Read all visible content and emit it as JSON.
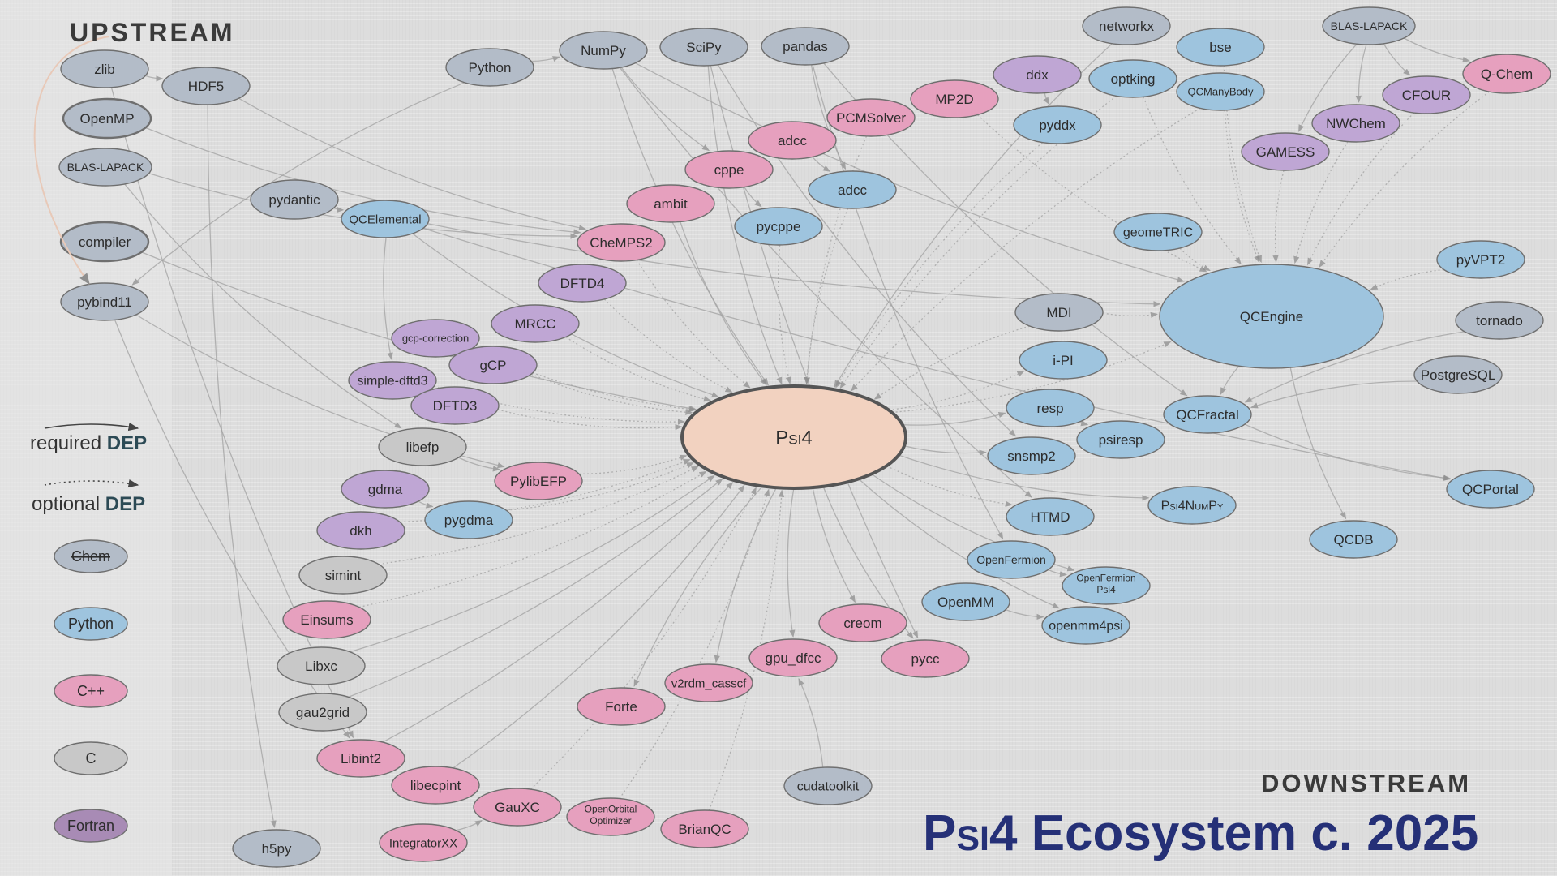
{
  "titles": {
    "upstream": "UPSTREAM",
    "downstream": "DOWNSTREAM",
    "main_a": "Psi4",
    "main_b": " Ecosystem c. 2025"
  },
  "legend": {
    "required_text": "required",
    "optional_text": "optional",
    "dep_text": "DEP",
    "languages": [
      "Chem",
      "Python",
      "C++",
      "C",
      "Fortran"
    ]
  },
  "colors": {
    "chem": "#b3bcc8",
    "python": "#9ec4de",
    "cpp": "#e6a0be",
    "c": "#c8c8c8",
    "fortran": "#bfa6d4",
    "legend_fortran": "#a88bb5",
    "psi4": "#f2d2c0",
    "edge": "#a2a2a2",
    "title": "#253077"
  },
  "nodes": [
    {
      "id": "zlib",
      "label": "zlib",
      "lang": "chem"
    },
    {
      "id": "hdf5",
      "label": "HDF5",
      "lang": "chem"
    },
    {
      "id": "openmp",
      "label": "OpenMP",
      "lang": "chem",
      "bold": true
    },
    {
      "id": "blas1",
      "label": "BLAS-LAPACK",
      "lang": "chem"
    },
    {
      "id": "compiler",
      "label": "compiler",
      "lang": "chem",
      "bold": true
    },
    {
      "id": "pybind11",
      "label": "pybind11",
      "lang": "chem"
    },
    {
      "id": "pydantic",
      "label": "pydantic",
      "lang": "chem"
    },
    {
      "id": "python",
      "label": "Python",
      "lang": "chem"
    },
    {
      "id": "numpy",
      "label": "NumPy",
      "lang": "chem"
    },
    {
      "id": "scipy",
      "label": "SciPy",
      "lang": "chem"
    },
    {
      "id": "pandas",
      "label": "pandas",
      "lang": "chem"
    },
    {
      "id": "networkx",
      "label": "networkx",
      "lang": "chem"
    },
    {
      "id": "bse",
      "label": "bse",
      "lang": "python"
    },
    {
      "id": "blas2",
      "label": "BLAS-LAPACK",
      "lang": "chem"
    },
    {
      "id": "qchem",
      "label": "Q-Chem",
      "lang": "cpp"
    },
    {
      "id": "cfour",
      "label": "CFOUR",
      "lang": "fortran"
    },
    {
      "id": "nwchem",
      "label": "NWChem",
      "lang": "fortran"
    },
    {
      "id": "gamess",
      "label": "GAMESS",
      "lang": "fortran"
    },
    {
      "id": "ddx",
      "label": "ddx",
      "lang": "fortran"
    },
    {
      "id": "optking",
      "label": "optking",
      "lang": "python"
    },
    {
      "id": "qcmanybody",
      "label": "QCManyBody",
      "lang": "python"
    },
    {
      "id": "mp2d",
      "label": "MP2D",
      "lang": "cpp"
    },
    {
      "id": "pcmsolver",
      "label": "PCMSolver",
      "lang": "cpp"
    },
    {
      "id": "pyddx",
      "label": "pyddx",
      "lang": "python"
    },
    {
      "id": "adcc_cpp",
      "label": "adcc",
      "lang": "cpp"
    },
    {
      "id": "adcc_py",
      "label": "adcc",
      "lang": "python"
    },
    {
      "id": "cppe",
      "label": "cppe",
      "lang": "cpp"
    },
    {
      "id": "ambit",
      "label": "ambit",
      "lang": "cpp"
    },
    {
      "id": "pycppe",
      "label": "pycppe",
      "lang": "python"
    },
    {
      "id": "qcelemental",
      "label": "QCElemental",
      "lang": "python"
    },
    {
      "id": "chemps2",
      "label": "CheMPS2",
      "lang": "cpp"
    },
    {
      "id": "dftd4",
      "label": "DFTD4",
      "lang": "fortran"
    },
    {
      "id": "mrcc",
      "label": "MRCC",
      "lang": "fortran"
    },
    {
      "id": "gcpcorr",
      "label": "gcp-correction",
      "lang": "fortran"
    },
    {
      "id": "gcp",
      "label": "gCP",
      "lang": "fortran"
    },
    {
      "id": "sdftd3",
      "label": "simple-dftd3",
      "lang": "fortran"
    },
    {
      "id": "dftd3",
      "label": "DFTD3",
      "lang": "fortran"
    },
    {
      "id": "libefp",
      "label": "libefp",
      "lang": "c"
    },
    {
      "id": "pylibefp",
      "label": "PylibEFP",
      "lang": "cpp"
    },
    {
      "id": "gdma",
      "label": "gdma",
      "lang": "fortran"
    },
    {
      "id": "pygdma",
      "label": "pygdma",
      "lang": "python"
    },
    {
      "id": "dkh",
      "label": "dkh",
      "lang": "fortran"
    },
    {
      "id": "simint",
      "label": "simint",
      "lang": "c"
    },
    {
      "id": "einsums",
      "label": "Einsums",
      "lang": "cpp"
    },
    {
      "id": "libxc",
      "label": "Libxc",
      "lang": "c"
    },
    {
      "id": "gau2grid",
      "label": "gau2grid",
      "lang": "c"
    },
    {
      "id": "libint2",
      "label": "Libint2",
      "lang": "cpp"
    },
    {
      "id": "libecpint",
      "label": "libecpint",
      "lang": "cpp"
    },
    {
      "id": "gauxc",
      "label": "GauXC",
      "lang": "cpp"
    },
    {
      "id": "ooo",
      "label": "OpenOrbital",
      "label2": "Optimizer",
      "lang": "cpp"
    },
    {
      "id": "integratorxx",
      "label": "IntegratorXX",
      "lang": "cpp"
    },
    {
      "id": "h5py",
      "label": "h5py",
      "lang": "chem"
    },
    {
      "id": "brianqc",
      "label": "BrianQC",
      "lang": "cpp"
    },
    {
      "id": "cudatoolkit",
      "label": "cudatoolkit",
      "lang": "chem"
    },
    {
      "id": "forte",
      "label": "Forte",
      "lang": "cpp"
    },
    {
      "id": "v2rdm",
      "label": "v2rdm_casscf",
      "lang": "cpp"
    },
    {
      "id": "gpudfcc",
      "label": "gpu_dfcc",
      "lang": "cpp"
    },
    {
      "id": "creom",
      "label": "creom",
      "lang": "cpp"
    },
    {
      "id": "pycc",
      "label": "pycc",
      "lang": "cpp"
    },
    {
      "id": "openmm",
      "label": "OpenMM",
      "lang": "python"
    },
    {
      "id": "openmm4psi",
      "label": "openmm4psi",
      "lang": "python"
    },
    {
      "id": "openfermion",
      "label": "OpenFermion",
      "lang": "python"
    },
    {
      "id": "ofpsi4",
      "label": "OpenFermion",
      "label2": "Psi4",
      "lang": "python"
    },
    {
      "id": "htmd",
      "label": "HTMD",
      "lang": "python"
    },
    {
      "id": "psi4numpy",
      "label": "Psi4NumPy",
      "lang": "python"
    },
    {
      "id": "snsmp2",
      "label": "snsmp2",
      "lang": "python"
    },
    {
      "id": "psiresp",
      "label": "psiresp",
      "lang": "python"
    },
    {
      "id": "resp",
      "label": "resp",
      "lang": "python"
    },
    {
      "id": "ipi",
      "label": "i-PI",
      "lang": "python"
    },
    {
      "id": "mdi",
      "label": "MDI",
      "lang": "chem"
    },
    {
      "id": "geometric",
      "label": "geomeTRIC",
      "lang": "python"
    },
    {
      "id": "qcengine",
      "label": "QCEngine",
      "lang": "python"
    },
    {
      "id": "qcfractal",
      "label": "QCFractal",
      "lang": "python"
    },
    {
      "id": "pyvpt2",
      "label": "pyVPT2",
      "lang": "python"
    },
    {
      "id": "tornado",
      "label": "tornado",
      "lang": "chem"
    },
    {
      "id": "postgresql",
      "label": "PostgreSQL",
      "lang": "chem"
    },
    {
      "id": "qcportal",
      "label": "QCPortal",
      "lang": "python"
    },
    {
      "id": "qcdb",
      "label": "QCDB",
      "lang": "python"
    },
    {
      "id": "psi4",
      "label": "Psi4",
      "lang": "psi4"
    }
  ],
  "edges": [
    {
      "from": "numpy",
      "to": "psi4",
      "style": "required"
    },
    {
      "from": "scipy",
      "to": "psi4",
      "style": "required"
    },
    {
      "from": "pandas",
      "to": "adcc_py",
      "style": "required"
    },
    {
      "from": "python",
      "to": "numpy",
      "style": "required"
    },
    {
      "from": "hdf5",
      "to": "h5py",
      "style": "required"
    },
    {
      "from": "zlib",
      "to": "hdf5",
      "style": "required"
    },
    {
      "from": "openmp",
      "to": "chemps2",
      "style": "required"
    },
    {
      "from": "blas1",
      "to": "chemps2",
      "style": "required"
    },
    {
      "from": "blas1",
      "to": "libefp",
      "style": "required"
    },
    {
      "from": "pybind11",
      "to": "pylibefp",
      "style": "required"
    },
    {
      "from": "pybind11",
      "to": "libint2",
      "style": "required"
    },
    {
      "from": "zlib",
      "to": "libint2",
      "style": "required"
    },
    {
      "from": "pydantic",
      "to": "qcelemental",
      "style": "required"
    },
    {
      "from": "qcelemental",
      "to": "psi4",
      "style": "required"
    },
    {
      "from": "qcelemental",
      "to": "sdftd3",
      "style": "required"
    },
    {
      "from": "numpy",
      "to": "qcengine",
      "style": "required"
    },
    {
      "from": "pandas",
      "to": "qcfractal",
      "style": "required"
    },
    {
      "from": "scipy",
      "to": "pycc",
      "style": "required"
    },
    {
      "from": "networkx",
      "to": "psi4",
      "style": "required"
    },
    {
      "from": "optking",
      "to": "psi4",
      "style": "optional"
    },
    {
      "from": "qcmanybody",
      "to": "psi4",
      "style": "optional"
    },
    {
      "from": "blas2",
      "to": "gamess",
      "style": "required"
    },
    {
      "from": "blas2",
      "to": "nwchem",
      "style": "required"
    },
    {
      "from": "blas2",
      "to": "cfour",
      "style": "required"
    },
    {
      "from": "blas2",
      "to": "qchem",
      "style": "required"
    },
    {
      "from": "qchem",
      "to": "qcengine",
      "style": "optional"
    },
    {
      "from": "cfour",
      "to": "qcengine",
      "style": "optional"
    },
    {
      "from": "nwchem",
      "to": "qcengine",
      "style": "optional"
    },
    {
      "from": "gamess",
      "to": "qcengine",
      "style": "optional"
    },
    {
      "from": "ddx",
      "to": "pyddx",
      "style": "required"
    },
    {
      "from": "pyddx",
      "to": "psi4",
      "style": "optional"
    },
    {
      "from": "mp2d",
      "to": "qcengine",
      "style": "optional"
    },
    {
      "from": "pcmsolver",
      "to": "psi4",
      "style": "optional"
    },
    {
      "from": "adcc_cpp",
      "to": "adcc_py",
      "style": "required"
    },
    {
      "from": "adcc_py",
      "to": "psi4",
      "style": "optional"
    },
    {
      "from": "cppe",
      "to": "pycppe",
      "style": "required"
    },
    {
      "from": "pycppe",
      "to": "psi4",
      "style": "optional"
    },
    {
      "from": "ambit",
      "to": "psi4",
      "style": "required"
    },
    {
      "from": "chemps2",
      "to": "psi4",
      "style": "optional"
    },
    {
      "from": "dftd4",
      "to": "psi4",
      "style": "optional"
    },
    {
      "from": "mrcc",
      "to": "psi4",
      "style": "optional"
    },
    {
      "from": "gcpcorr",
      "to": "psi4",
      "style": "optional"
    },
    {
      "from": "gcp",
      "to": "psi4",
      "style": "optional"
    },
    {
      "from": "sdftd3",
      "to": "psi4",
      "style": "optional"
    },
    {
      "from": "dftd3",
      "to": "psi4",
      "style": "optional"
    },
    {
      "from": "libefp",
      "to": "pylibefp",
      "style": "required"
    },
    {
      "from": "pylibefp",
      "to": "psi4",
      "style": "optional"
    },
    {
      "from": "gdma",
      "to": "pygdma",
      "style": "required"
    },
    {
      "from": "pygdma",
      "to": "psi4",
      "style": "optional"
    },
    {
      "from": "dkh",
      "to": "psi4",
      "style": "optional"
    },
    {
      "from": "simint",
      "to": "psi4",
      "style": "optional"
    },
    {
      "from": "einsums",
      "to": "psi4",
      "style": "optional"
    },
    {
      "from": "libxc",
      "to": "psi4",
      "style": "required"
    },
    {
      "from": "gau2grid",
      "to": "psi4",
      "style": "required"
    },
    {
      "from": "libint2",
      "to": "psi4",
      "style": "required"
    },
    {
      "from": "libecpint",
      "to": "psi4",
      "style": "required"
    },
    {
      "from": "gauxc",
      "to": "psi4",
      "style": "optional"
    },
    {
      "from": "integratorxx",
      "to": "gauxc",
      "style": "required"
    },
    {
      "from": "ooo",
      "to": "psi4",
      "style": "optional"
    },
    {
      "from": "brianqc",
      "to": "psi4",
      "style": "optional"
    },
    {
      "from": "cudatoolkit",
      "to": "gpudfcc",
      "style": "required"
    },
    {
      "from": "psi4",
      "to": "forte",
      "style": "required"
    },
    {
      "from": "psi4",
      "to": "v2rdm",
      "style": "required"
    },
    {
      "from": "psi4",
      "to": "gpudfcc",
      "style": "required"
    },
    {
      "from": "psi4",
      "to": "creom",
      "style": "required"
    },
    {
      "from": "psi4",
      "to": "pycc",
      "style": "required"
    },
    {
      "from": "psi4",
      "to": "openmm4psi",
      "style": "required"
    },
    {
      "from": "openmm",
      "to": "openmm4psi",
      "style": "required"
    },
    {
      "from": "psi4",
      "to": "ofpsi4",
      "style": "required"
    },
    {
      "from": "openfermion",
      "to": "ofpsi4",
      "style": "required"
    },
    {
      "from": "psi4",
      "to": "htmd",
      "style": "optional"
    },
    {
      "from": "psi4",
      "to": "psi4numpy",
      "style": "required"
    },
    {
      "from": "psi4",
      "to": "snsmp2",
      "style": "required"
    },
    {
      "from": "psi4",
      "to": "resp",
      "style": "required"
    },
    {
      "from": "resp",
      "to": "psiresp",
      "style": "required"
    },
    {
      "from": "psi4",
      "to": "ipi",
      "style": "optional"
    },
    {
      "from": "mdi",
      "to": "psi4",
      "style": "optional"
    },
    {
      "from": "psi4",
      "to": "qcengine",
      "style": "optional"
    },
    {
      "from": "geometric",
      "to": "qcengine",
      "style": "optional"
    },
    {
      "from": "qcengine",
      "to": "qcfractal",
      "style": "required"
    },
    {
      "from": "pyvpt2",
      "to": "qcengine",
      "style": "optional"
    },
    {
      "from": "tornado",
      "to": "qcfractal",
      "style": "required"
    },
    {
      "from": "postgresql",
      "to": "qcfractal",
      "style": "required"
    },
    {
      "from": "qcfractal",
      "to": "qcportal",
      "style": "required"
    },
    {
      "from": "qcengine",
      "to": "qcdb",
      "style": "required"
    },
    {
      "from": "bse",
      "to": "qcengine",
      "style": "optional"
    },
    {
      "from": "optking",
      "to": "qcengine",
      "style": "optional"
    },
    {
      "from": "qcmanybody",
      "to": "qcengine",
      "style": "optional"
    },
    {
      "from": "qcelemental",
      "to": "qcengine",
      "style": "required"
    },
    {
      "from": "mdi",
      "to": "qcengine",
      "style": "optional"
    },
    {
      "from": "numpy",
      "to": "htmd",
      "style": "required"
    },
    {
      "from": "pandas",
      "to": "openfermion",
      "style": "required"
    },
    {
      "from": "scipy",
      "to": "snsmp2",
      "style": "required"
    },
    {
      "from": "qcelemental",
      "to": "qcportal",
      "style": "required"
    },
    {
      "from": "numpy",
      "to": "cppe",
      "style": "required"
    },
    {
      "from": "hdf5",
      "to": "chemps2",
      "style": "required"
    },
    {
      "from": "compiler",
      "to": "psi4",
      "style": "required"
    },
    {
      "from": "python",
      "to": "pybind11",
      "style": "required"
    }
  ]
}
